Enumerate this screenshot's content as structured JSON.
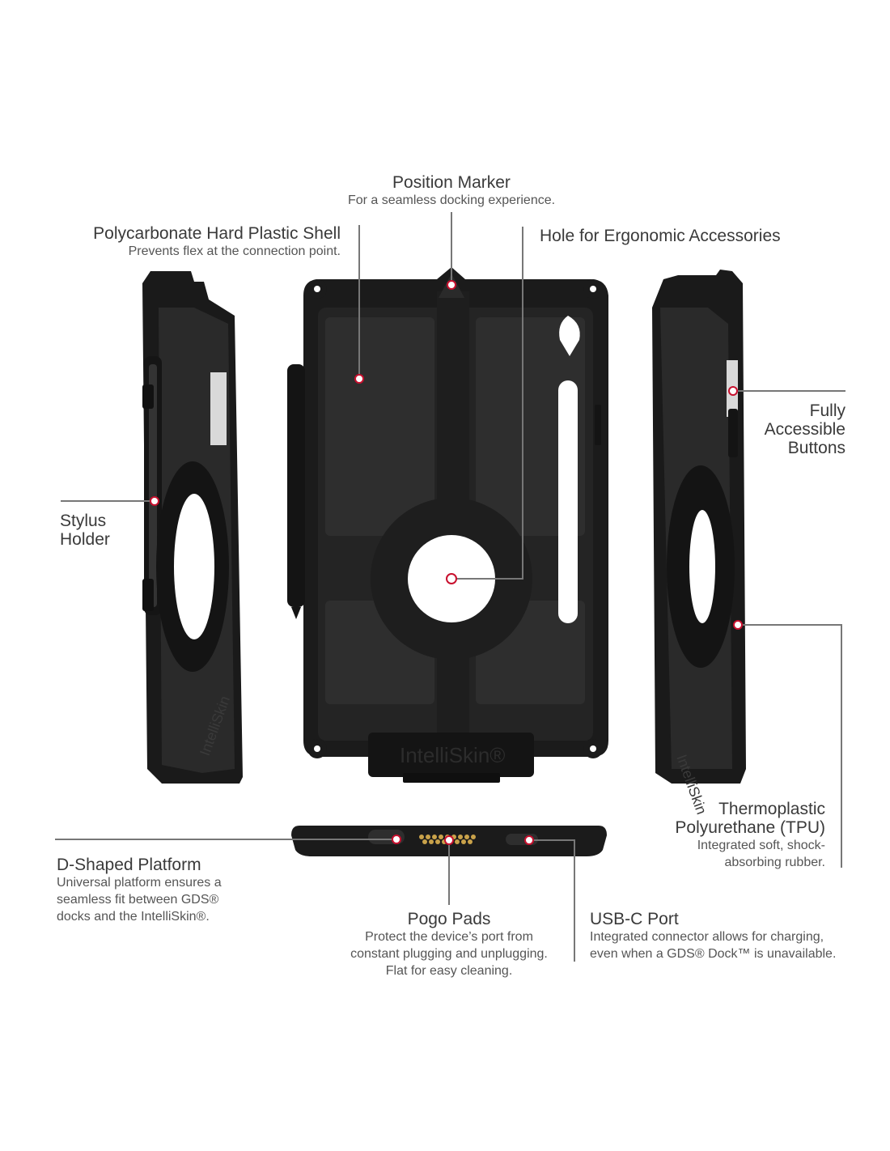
{
  "callouts": {
    "position_marker": {
      "title": "Position Marker",
      "desc": "For a seamless docking experience."
    },
    "shell": {
      "title": "Polycarbonate Hard Plastic Shell",
      "desc": "Prevents flex at the connection point."
    },
    "hole": {
      "title": "Hole for Ergonomic Accessories"
    },
    "buttons": {
      "line1": "Fully",
      "line2": "Accessible",
      "line3": "Buttons"
    },
    "stylus": {
      "line1": "Stylus",
      "line2": "Holder"
    },
    "tpu": {
      "line1": "Thermoplastic",
      "line2": "Polyurethane (TPU)",
      "desc1": "Integrated soft, shock-",
      "desc2": "absorbing rubber."
    },
    "platform": {
      "title": "D-Shaped Platform",
      "desc1": "Universal platform ensures a",
      "desc2": "seamless fit between GDS®",
      "desc3": "docks and the IntelliSkin®."
    },
    "pogo": {
      "title": "Pogo Pads",
      "desc1": "Protect the device’s port from",
      "desc2": "constant plugging and unplugging.",
      "desc3": "Flat for easy cleaning."
    },
    "usbc": {
      "title": "USB-C Port",
      "desc1": "Integrated connector allows for charging,",
      "desc2": "even when a GDS® Dock™ is unavailable."
    }
  },
  "product": {
    "brand_mark": "IntelliSkin®",
    "side_mark": "IntelliSkin"
  },
  "colors": {
    "case": "#1c1c1c",
    "case_light": "#2b2b2b",
    "accent": "#c8102e",
    "line": "#777777"
  }
}
